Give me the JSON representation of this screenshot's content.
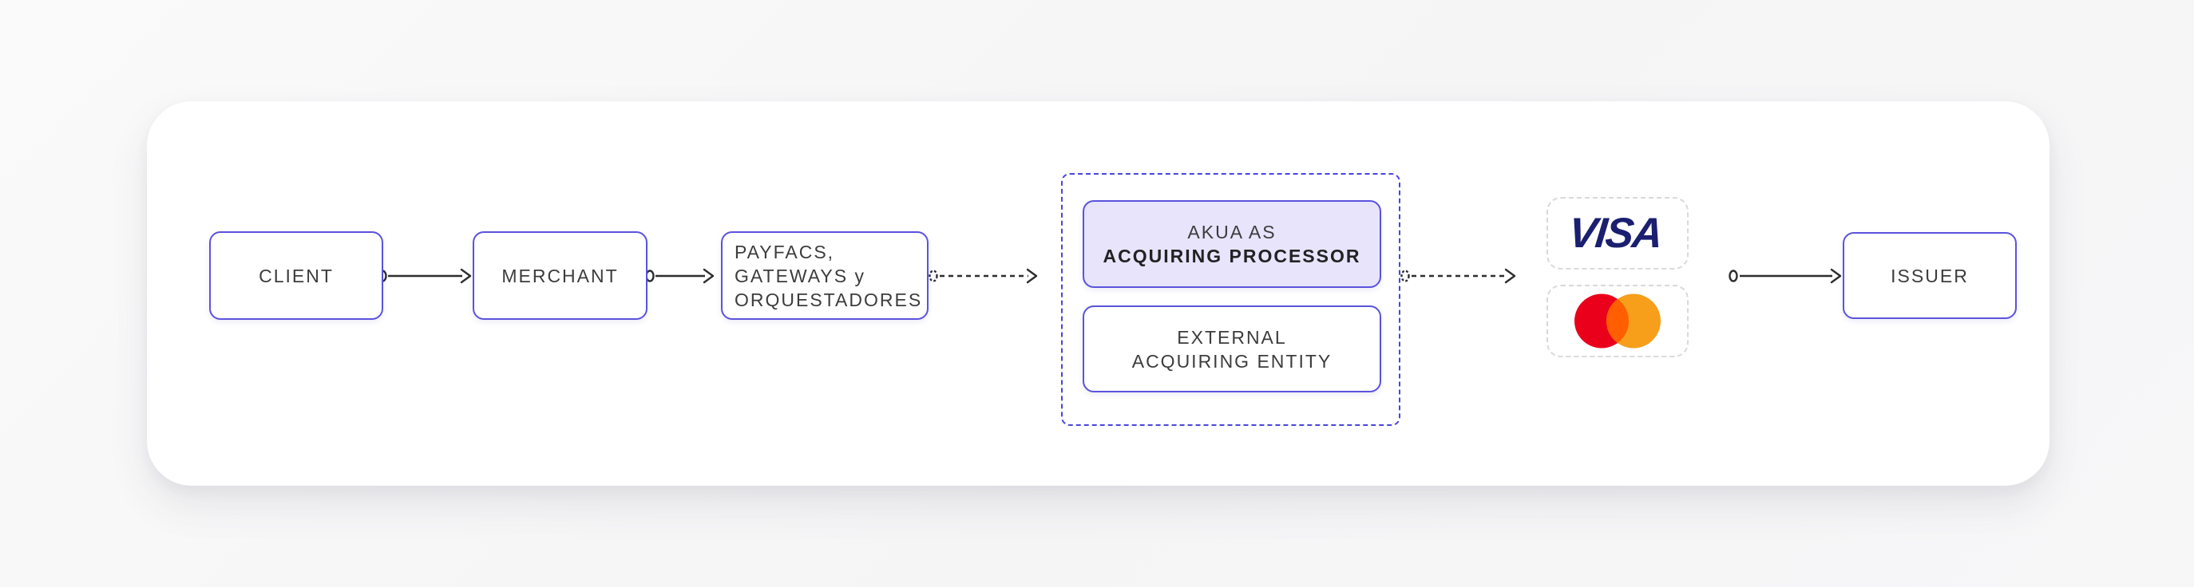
{
  "diagram": {
    "client_label": "CLIENT",
    "merchant_label": "MERCHANT",
    "payfacs_line1": "PAYFACS,",
    "payfacs_line2": "GATEWAYS y",
    "payfacs_line3": "ORQUESTADORES",
    "akua_line1": "AKUA AS",
    "akua_line2": "ACQUIRING PROCESSOR",
    "external_line1": "EXTERNAL",
    "external_line2": "ACQUIRING ENTITY",
    "visa_logo_text": "VISA",
    "issuer_label": "ISSUER"
  },
  "colors": {
    "page_background": "#F6F6F7",
    "card_background": "#FFFFFF",
    "node_border": "#5B53DC",
    "group_dashed_border": "#4A45D8",
    "akua_fill": "#E7E4FC",
    "card_dashed_border": "#D9D9D9",
    "arrow_stroke": "#2E2E2E",
    "text": "#3C3C3C",
    "visa_navy": "#1B1F70",
    "mastercard_red": "#EB001B",
    "mastercard_orange": "#F79E1B",
    "mastercard_overlap": "#FF5F00"
  }
}
